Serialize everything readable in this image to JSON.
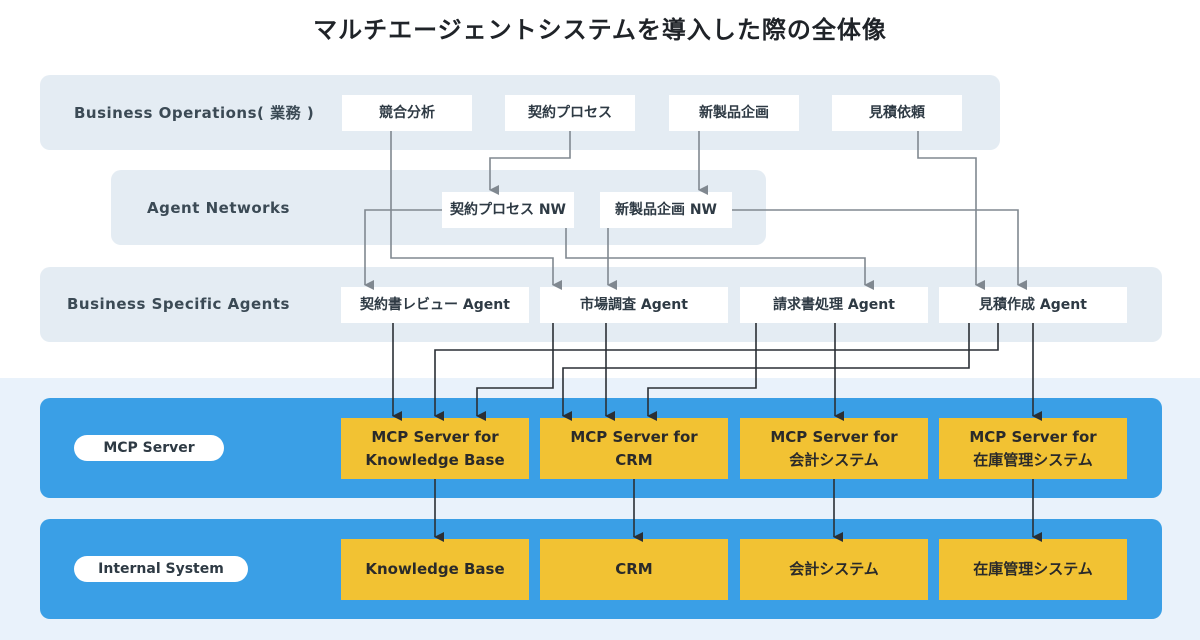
{
  "title": "マルチエージェントシステムを導入した際の全体像",
  "rows": {
    "business_operations": "Business Operations( 業務 )",
    "agent_networks": "Agent Networks",
    "business_specific_agents": "Business Specific Agents",
    "mcp_server": "MCP Server",
    "internal_system": "Internal System"
  },
  "operations": [
    "競合分析",
    "契約プロセス",
    "新製品企画",
    "見積依頼"
  ],
  "networks": [
    "契約プロセス NW",
    "新製品企画 NW"
  ],
  "agents": [
    "契約書レビュー Agent",
    "市場調査 Agent",
    "請求書処理 Agent",
    "見積作成 Agent"
  ],
  "mcp_servers": [
    {
      "line1": "MCP Server for",
      "line2": "Knowledge Base"
    },
    {
      "line1": "MCP Server for",
      "line2": "CRM"
    },
    {
      "line1": "MCP Server for",
      "line2": "会計システム"
    },
    {
      "line1": "MCP Server for",
      "line2": "在庫管理システム"
    }
  ],
  "internal_systems": [
    "Knowledge Base",
    "CRM",
    "会計システム",
    "在庫管理システム"
  ],
  "colors": {
    "panel": "#e4ecf3",
    "blue": "#3a9fe6",
    "yellow": "#f2c233",
    "arrow": "#808890",
    "dark_arrow": "#2a2f35"
  }
}
